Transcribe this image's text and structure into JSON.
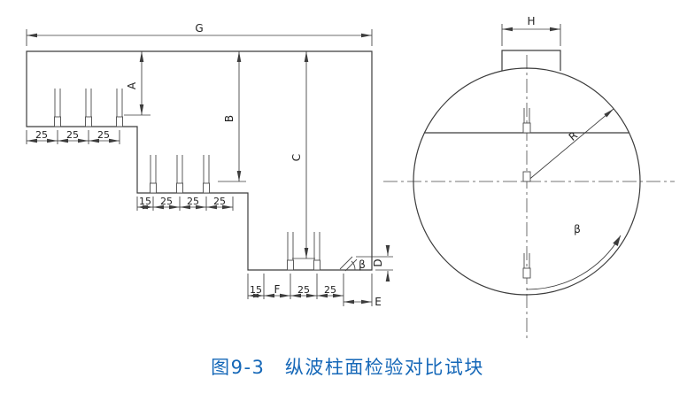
{
  "caption": {
    "text": "图9-3　纵波柱面检验对比试块",
    "color": "#1668b8"
  },
  "colors": {
    "line": "#3c3c3c",
    "background": "#ffffff"
  },
  "left_view": {
    "overall_width": "G",
    "depth_a": "A",
    "depth_b": "B",
    "depth_c": "C",
    "row1": [
      "25",
      "25",
      "25"
    ],
    "row2": [
      "15",
      "25",
      "25",
      "25"
    ],
    "row3": [
      "15",
      "F",
      "25",
      "25"
    ],
    "dim_d": "D",
    "dim_e": "E",
    "angle": "β"
  },
  "right_view": {
    "flat_width": "H",
    "radius": "R",
    "angle": "β"
  }
}
